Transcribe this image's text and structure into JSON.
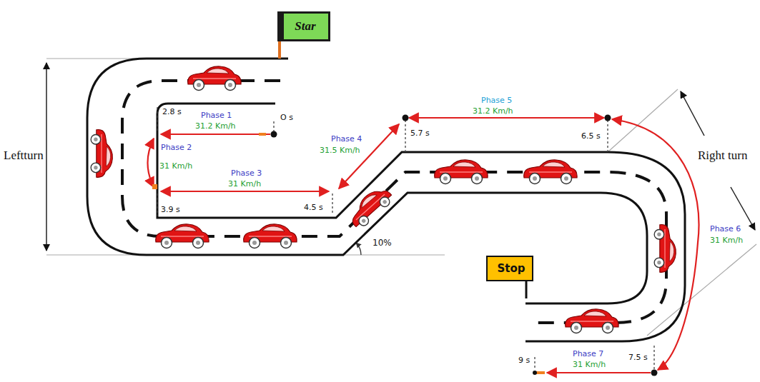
{
  "diagram": {
    "nodes": [
      {
        "text": [
          "Star"
        ]
      },
      {
        "text": [
          "Stop"
        ]
      }
    ],
    "labels": [
      "Leftturn",
      "Right turn",
      "2.8 s",
      "Phase 1",
      "31.2 Km/h",
      "O s",
      "Phase 2",
      "31 Km/h",
      "3.9 s",
      "Phase 3",
      "31 Km/h",
      "4.5 s",
      "Phase 4",
      "31.5 Km/h",
      "5.7 s",
      "Phase 5",
      "31.2 Km/h",
      "6.5 s",
      "10%",
      "Phase 6",
      "31 Km/h",
      "7.5 s",
      "9 s",
      "Phase 7",
      "31 Km/h"
    ]
  }
}
